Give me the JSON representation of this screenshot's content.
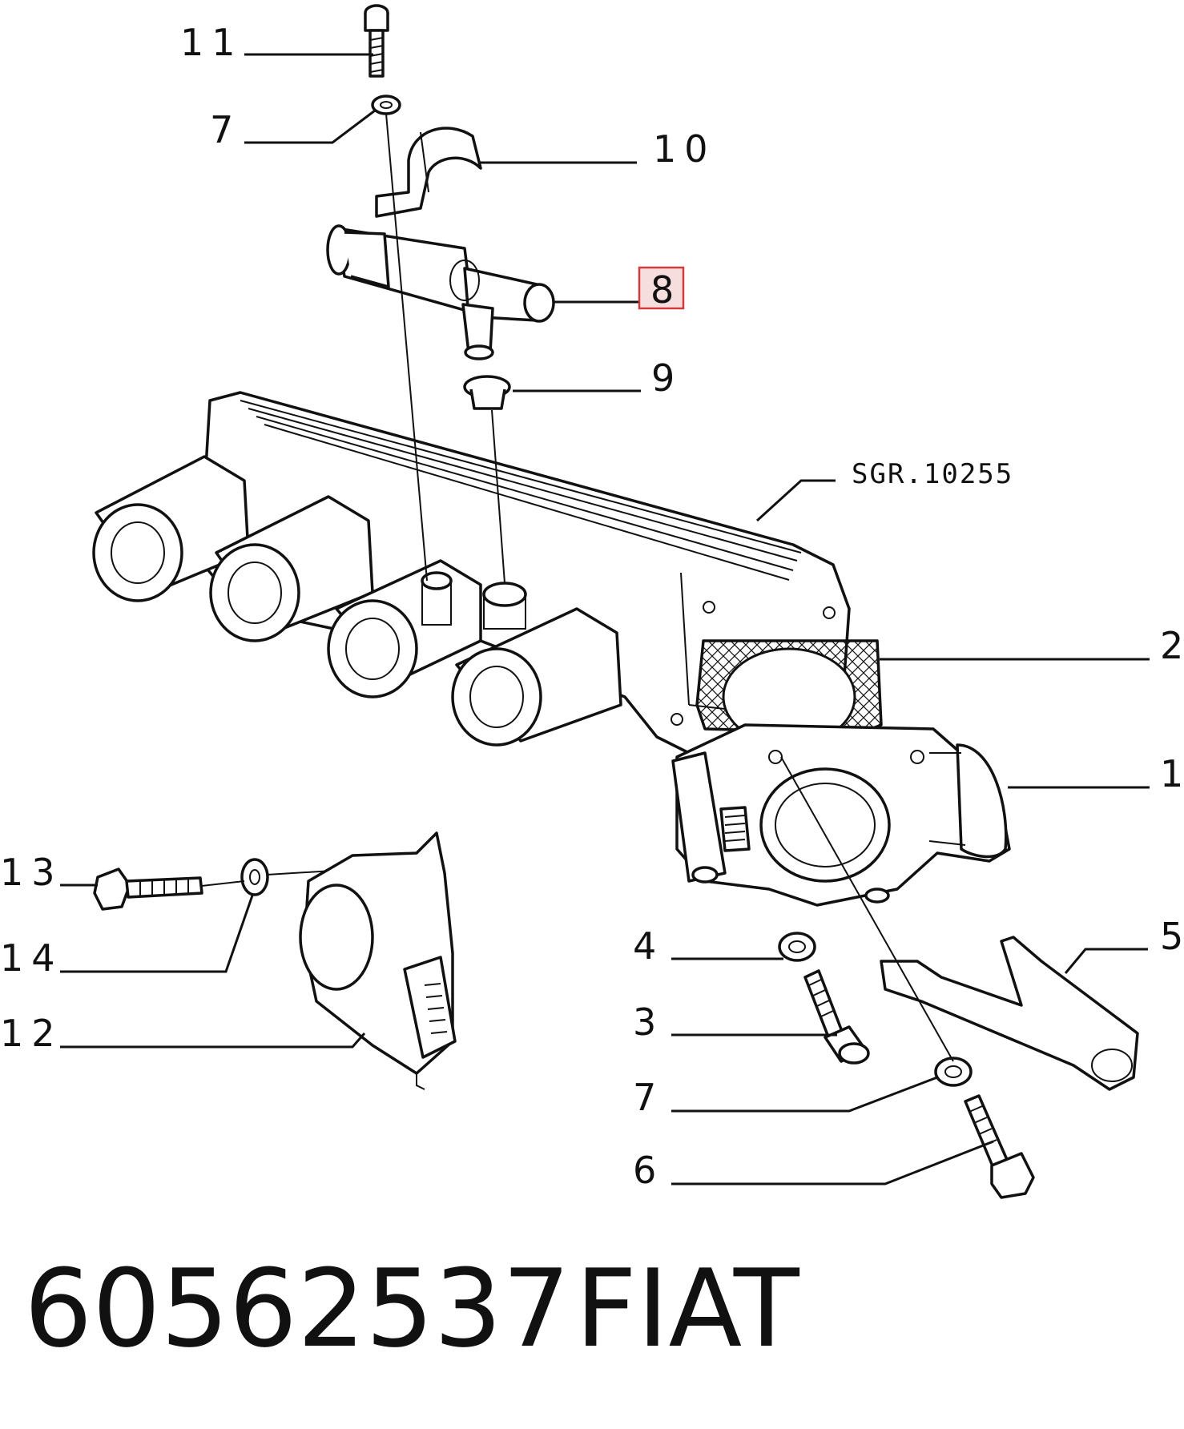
{
  "callouts": {
    "c11": "11",
    "c7_top": "7",
    "c10": "10",
    "c8": "8",
    "c9": "9",
    "sgr": "SGR.10255",
    "c2": "2",
    "c1": "1",
    "c13": "13",
    "c14": "14",
    "c12": "12",
    "c4": "4",
    "c5": "5",
    "c3": "3",
    "c7_bottom": "7",
    "c6": "6"
  },
  "footer": {
    "part_number": "60562537",
    "brand": "FIAT"
  },
  "colors": {
    "highlight_fill": "#f6dede",
    "highlight_border": "#d23c3c",
    "ink": "#111111"
  }
}
